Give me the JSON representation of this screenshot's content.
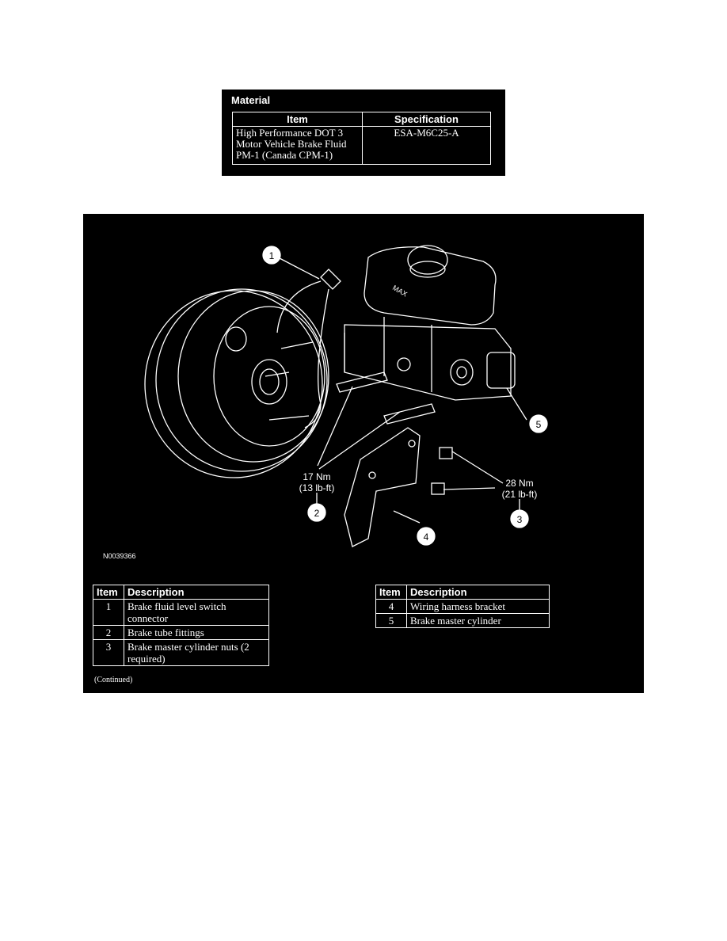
{
  "material": {
    "title": "Material",
    "headers": [
      "Item",
      "Specification"
    ],
    "item": "High Performance DOT 3 Motor Vehicle Brake Fluid PM-1 (Canada CPM-1)",
    "spec": "ESA-M6C25-A"
  },
  "figure": {
    "code": "N0039366",
    "reservoir_mark": "MAX",
    "callouts": [
      "1",
      "2",
      "3",
      "4",
      "5"
    ],
    "torque_1": {
      "nm": "17 Nm",
      "lbft": "(13 lb-ft)"
    },
    "torque_2": {
      "nm": "28 Nm",
      "lbft": "(21 lb-ft)"
    }
  },
  "table_left": {
    "headers": [
      "Item",
      "Description"
    ],
    "rows": [
      {
        "item": "1",
        "desc": "Brake fluid level switch connector"
      },
      {
        "item": "2",
        "desc": "Brake tube fittings"
      },
      {
        "item": "3",
        "desc": "Brake master cylinder nuts (2 required)"
      }
    ]
  },
  "table_right": {
    "headers": [
      "Item",
      "Description"
    ],
    "rows": [
      {
        "item": "4",
        "desc": "Wiring harness bracket"
      },
      {
        "item": "5",
        "desc": "Brake master cylinder"
      }
    ]
  },
  "continued": "(Continued)"
}
